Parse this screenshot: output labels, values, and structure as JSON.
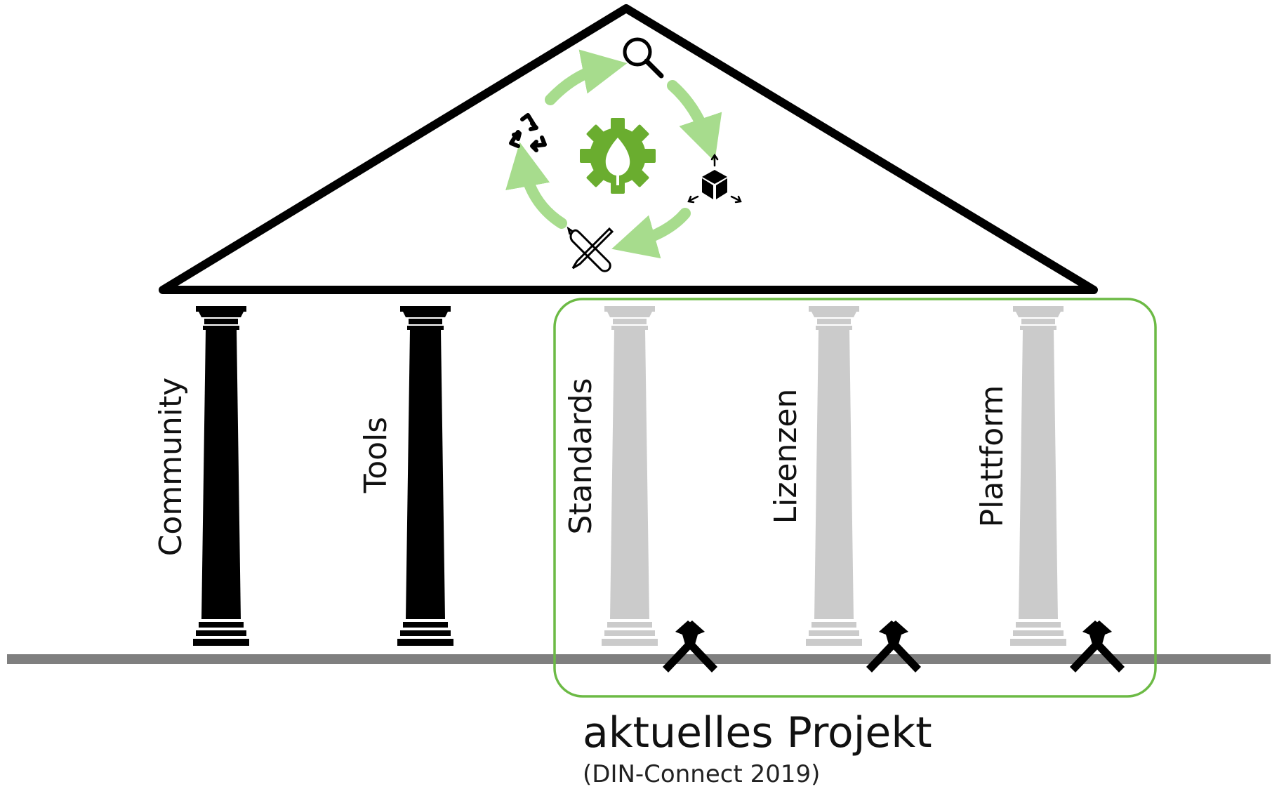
{
  "colors": {
    "roof": "#000000",
    "existing_pillar": "#000000",
    "planned_pillar": "#cbcbcb",
    "ground": "#7f7f7f",
    "highlight_box": "#6cba45",
    "cycle_arrow": "#a7dc8d",
    "gear": "#6aad2f",
    "tool_icon": "#000000"
  },
  "roof": {
    "icons": [
      "search-icon",
      "box-icon",
      "tools-icon",
      "recycle-icon"
    ],
    "center_icon": "gear-leaf-icon"
  },
  "pillars": [
    {
      "label": "Community",
      "status": "existing"
    },
    {
      "label": "Tools",
      "status": "existing"
    },
    {
      "label": "Standards",
      "status": "in-progress"
    },
    {
      "label": "Lizenzen",
      "status": "in-progress"
    },
    {
      "label": "Plattform",
      "status": "in-progress"
    }
  ],
  "project": {
    "title": "aktuelles Projekt",
    "subtitle": "(DIN-Connect 2019)"
  }
}
